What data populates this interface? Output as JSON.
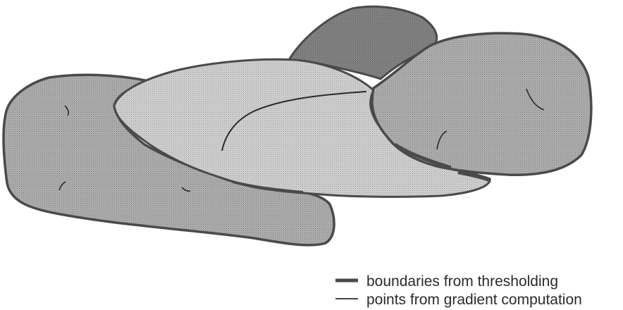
{
  "figure": {
    "legend": [
      {
        "label": "boundaries from thresholding",
        "style": "thick",
        "color": "#4a4a4a"
      },
      {
        "label": "points from gradient computation",
        "style": "thin",
        "color": "#2a2a2a"
      }
    ],
    "colors": {
      "back_blob": "#7d7d7d",
      "left_region": "#a7a7a7",
      "center_region": "#cbcbcb",
      "right_region": "#9c9c9c",
      "boundary": "#4a4a4a",
      "gradient_points": "#2a2a2a",
      "background": "#ffffff"
    }
  }
}
